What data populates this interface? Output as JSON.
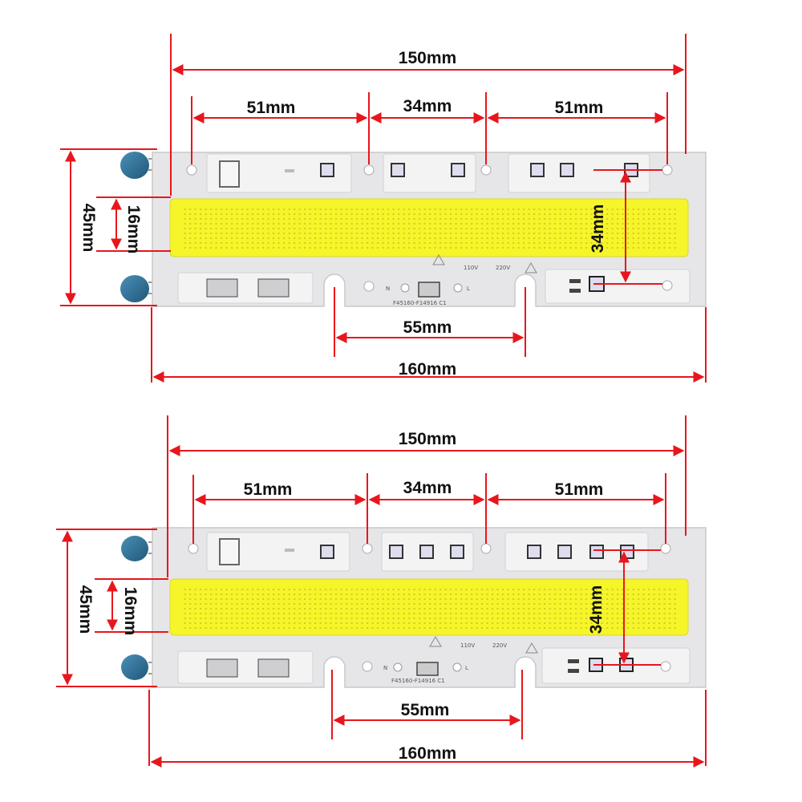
{
  "boards": [
    {
      "id": "top",
      "dimensions": {
        "overall_led": "150mm",
        "left_segment": "51mm",
        "middle_segment": "34mm",
        "right_segment": "51mm",
        "height": "45mm",
        "led_height": "16mm",
        "hole_spacing_vertical": "34mm",
        "notch_spacing": "55mm",
        "overall_board": "160mm"
      },
      "markings": {
        "v110": "110V",
        "v220": "220V",
        "n": "N",
        "l": "L",
        "part": "F45160-F14916  C1"
      }
    },
    {
      "id": "bottom",
      "dimensions": {
        "overall_led": "150mm",
        "left_segment": "51mm",
        "middle_segment": "34mm",
        "right_segment": "51mm",
        "height": "45mm",
        "led_height": "16mm",
        "hole_spacing_vertical": "34mm",
        "notch_spacing": "55mm",
        "overall_board": "160mm"
      },
      "markings": {
        "v110": "110V",
        "v220": "220V",
        "n": "N",
        "l": "L",
        "part": "F45160-F14916  C1"
      }
    }
  ],
  "colors": {
    "dimension_line": "#e8161c",
    "board_plate": "#e6e6e8",
    "led_strip": "#f6f52a",
    "capacitor": "#2a6f95"
  }
}
